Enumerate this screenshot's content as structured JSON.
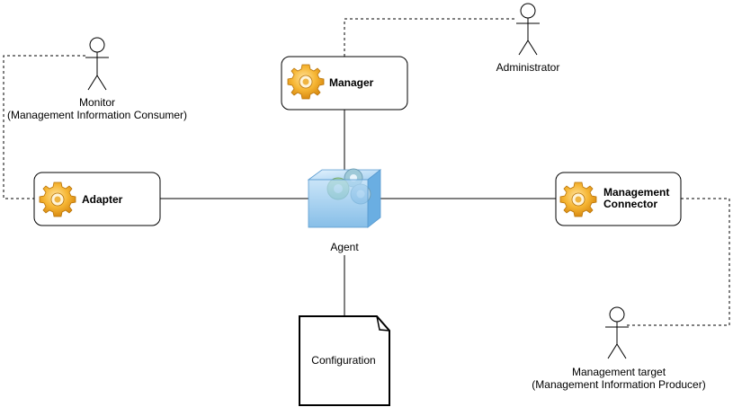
{
  "nodes": {
    "manager": {
      "label": "Manager"
    },
    "adapter": {
      "label": "Adapter"
    },
    "management_connector": {
      "label_line1": "Management",
      "label_line2": "Connector"
    },
    "agent": {
      "label": "Agent"
    },
    "configuration": {
      "label": "Configuration"
    }
  },
  "actors": {
    "monitor": {
      "line1": "Monitor",
      "line2": "(Management Information Consumer)"
    },
    "administrator": {
      "line1": "Administrator"
    },
    "management_target": {
      "line1": "Management target",
      "line2": "(Management Information Producer)"
    }
  },
  "colors": {
    "gear_outer": "#f0a020",
    "gear_inner": "#ffd070",
    "cube": "#8ec6ee",
    "line": "#000000"
  },
  "icons": {
    "component": "gear-icon",
    "actor": "stick-figure-icon",
    "agent": "cube-gears-icon",
    "document": "document-icon"
  }
}
